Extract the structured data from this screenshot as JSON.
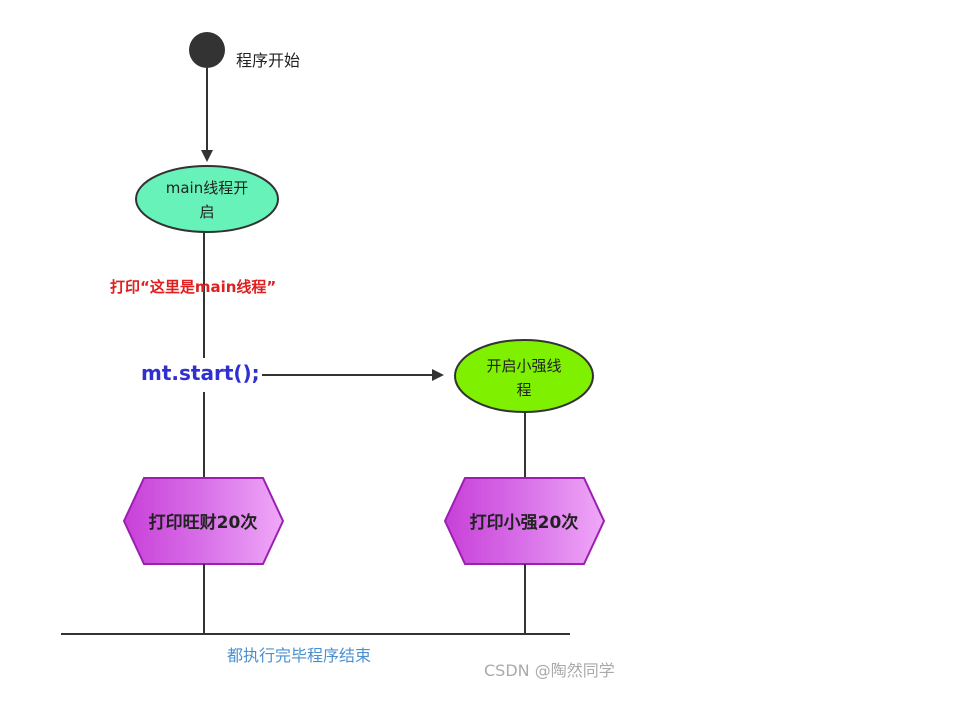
{
  "diagram": {
    "start_label": "程序开始",
    "main_thread": {
      "line1": "main线程开",
      "line2": "启"
    },
    "print_main": "打印“这里是main线程”",
    "mt_start": "mt.start();",
    "xiaoqiang_thread": {
      "line1": "开启小强线",
      "line2": "程"
    },
    "print_wangcai": "打印旺财20次",
    "print_xiaoqiang": "打印小强20次",
    "end_label": "都执行完毕程序结束",
    "watermark": "CSDN @陶然同学"
  },
  "colors": {
    "main_ellipse_fill": "#66f2b8",
    "xiaoqiang_ellipse_fill": "#7ff000",
    "hexagon_fill_light": "#f0a0f8",
    "hexagon_fill_dark": "#c83fd8",
    "print_main_color": "#e02020",
    "mt_start_color": "#3030d0",
    "end_label_color": "#4a90d0"
  }
}
